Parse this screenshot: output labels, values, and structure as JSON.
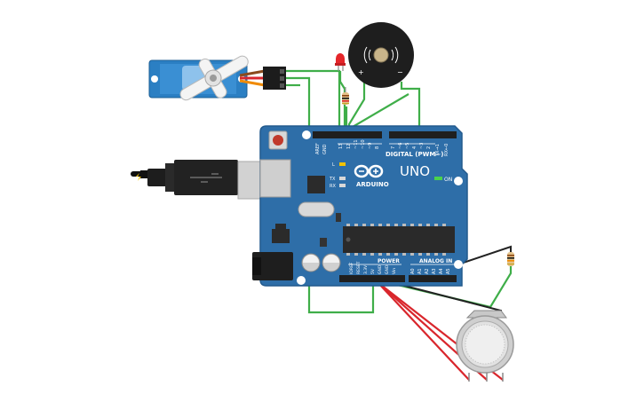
{
  "board": {
    "brand": "ARDUINO",
    "model": "UNO",
    "digital_header_label": "DIGITAL (PWM~)",
    "power_label": "POWER",
    "analog_label": "ANALOG IN",
    "on_label": "ON",
    "led_l_label": "L",
    "tx_label": "TX",
    "rx_label": "RX",
    "digital_pins": [
      "AREF",
      "GND",
      "13",
      "12",
      "~11",
      "~10",
      "~9",
      "8",
      "7",
      "~6",
      "~5",
      "4",
      "~3",
      "2",
      "TX→1",
      "RX←0"
    ],
    "power_pins": [
      "IOREF",
      "RESET",
      "3.3V",
      "5V",
      "GND",
      "GND",
      "Vin"
    ],
    "analog_pins": [
      "A0",
      "A1",
      "A2",
      "A3",
      "A4",
      "A5"
    ]
  },
  "buzzer": {
    "plus": "+",
    "minus": "−"
  },
  "colors": {
    "board": "#2e6ea8",
    "wire_green": "#3fae49",
    "wire_red": "#d9262c",
    "wire_black": "#222222",
    "servo_blue": "#2b7fc3",
    "led_red": "#e5262a"
  }
}
